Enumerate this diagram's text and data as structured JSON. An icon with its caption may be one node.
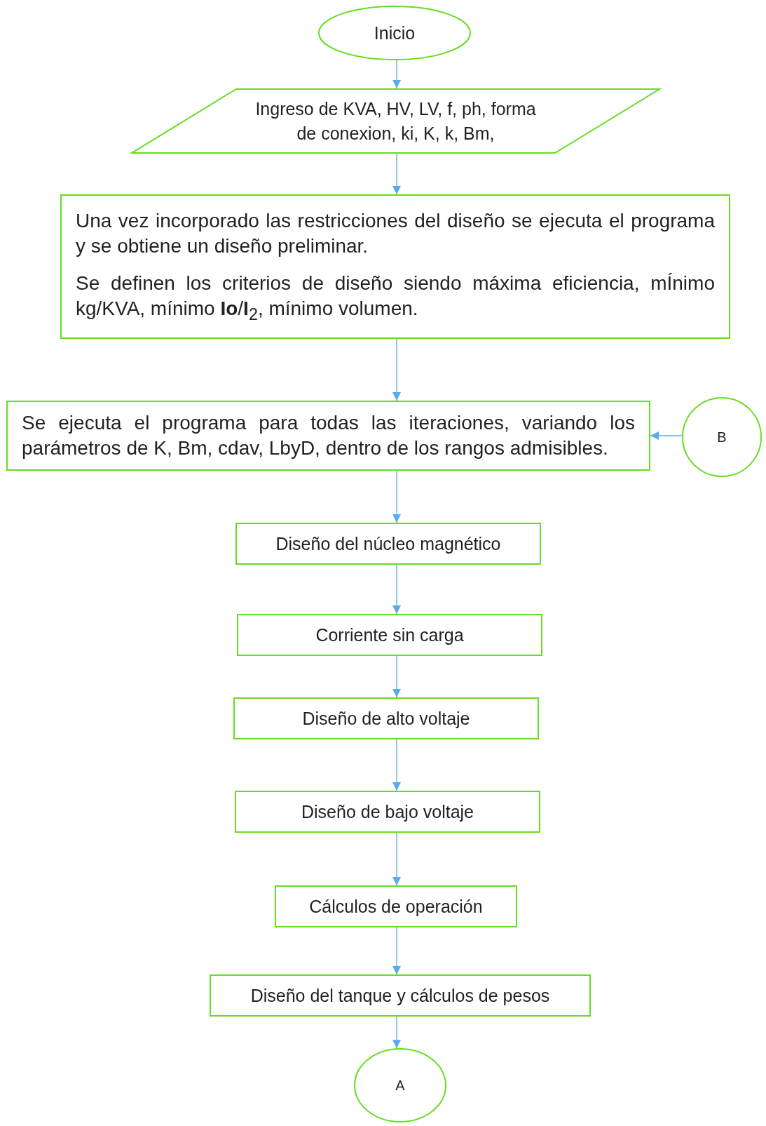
{
  "diagram": {
    "nodes": [
      {
        "text": [
          "Inicio"
        ]
      },
      {
        "text": [
          "Ingreso de KVA, HV, LV, f, ph, forma de conexion, ki, K, k, Bm,"
        ]
      },
      {
        "text": [
          "Una vez incorporado las restricciones del diseño se ejecuta el programa y se obtiene un diseño preliminar.",
          "Se definen los criterios de diseño siendo máxima eficiencia, mÍnimo kg/KVA, mínimo **Io**/**I**$_{2}$, mínimo volumen."
        ]
      },
      {
        "text": [
          "Se ejecuta el programa para todas las iteraciones, variando los parámetros de K, Bm, cdav, LbyD, dentro de los rangos admisibles."
        ]
      },
      {
        "text": [
          "B"
        ]
      },
      {
        "text": [
          "Diseño del núcleo magnético"
        ]
      },
      {
        "text": [
          "Corriente sin carga"
        ]
      },
      {
        "text": [
          "Diseño de alto voltaje"
        ]
      },
      {
        "text": [
          "Diseño de bajo voltaje"
        ]
      },
      {
        "text": [
          "Cálculos de operación"
        ]
      },
      {
        "text": [
          "Diseño del tanque y cálculos de pesos"
        ]
      },
      {
        "text": [
          "A"
        ]
      }
    ],
    "edges": [
      {
        "from": 0,
        "to": 1,
        "arrow": "to"
      },
      {
        "from": 1,
        "to": 2,
        "arrow": "to"
      },
      {
        "from": 2,
        "to": 3,
        "arrow": "to"
      },
      {
        "from": 4,
        "to": 3,
        "arrow": "to"
      },
      {
        "from": 3,
        "to": 5,
        "arrow": "to"
      },
      {
        "from": 5,
        "to": 6,
        "arrow": "to"
      },
      {
        "from": 6,
        "to": 7,
        "arrow": "to"
      },
      {
        "from": 7,
        "to": 8,
        "arrow": "to"
      },
      {
        "from": 8,
        "to": 9,
        "arrow": "to"
      },
      {
        "from": 9,
        "to": 10,
        "arrow": "to"
      },
      {
        "from": 10,
        "to": 11,
        "arrow": "to"
      }
    ]
  }
}
